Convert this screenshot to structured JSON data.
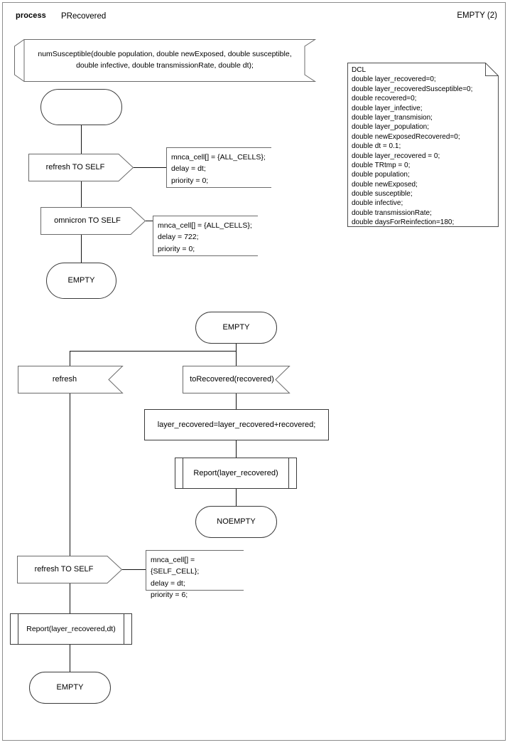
{
  "header": {
    "keyword": "process",
    "process_name": "PRecovered",
    "page_label": "EMPTY (2)"
  },
  "dcl": {
    "title": "DCL",
    "declarations": [
      "double layer_recovered=0;",
      "double layer_recoveredSusceptible=0;",
      "double recovered=0;",
      "double layer_infective;",
      "double layer_transmision;",
      "double layer_population;",
      "double newExposedRecovered=0;",
      "double dt = 0.1;",
      "double layer_recovered = 0;",
      "double TRtmp = 0;",
      "double population;",
      "double newExposed;",
      "double susceptible;",
      "double infective;",
      "double transmissionRate;",
      "double daysForReinfection=180;"
    ],
    "text": "DCL\ndouble layer_recovered=0;\ndouble layer_recoveredSusceptible=0;\ndouble recovered=0;\ndouble layer_infective;\ndouble layer_transmision;\ndouble layer_population;\ndouble newExposedRecovered=0;\ndouble dt = 0.1;\ndouble layer_recovered = 0;\ndouble TRtmp = 0;\ndouble population;\ndouble newExposed;\ndouble susceptible;\ndouble infective;\ndouble transmissionRate;\ndouble daysForReinfection=180;"
  },
  "procedure_header": {
    "text": "numSusceptible(double population, double newExposed, double susceptible,\ndouble infective, double transmissionRate, double dt);"
  },
  "nodes": {
    "start_state": {
      "label": ""
    },
    "out_refresh_self_1": {
      "label": "refresh TO SELF"
    },
    "out_omnicron_self": {
      "label": "omnicron TO SELF"
    },
    "state_empty_1": {
      "label": "EMPTY"
    },
    "state_empty_2": {
      "label": "EMPTY"
    },
    "in_refresh": {
      "label": "refresh"
    },
    "in_torecovered": {
      "label": "toRecovered(recovered)"
    },
    "task_layer_recovered": {
      "label": "layer_recovered=layer_recovered+recovered;"
    },
    "call_report_1": {
      "label": "Report(layer_recovered)"
    },
    "state_noempty": {
      "label": "NOEMPTY"
    },
    "out_refresh_self_2": {
      "label": "refresh TO SELF"
    },
    "call_report_2": {
      "label": "Report(layer_recovered,dt)"
    },
    "state_empty_3": {
      "label": "EMPTY"
    }
  },
  "comments": {
    "comment_refresh_1": "mnca_cell[] = {ALL_CELLS};\ndelay = dt;\npriority = 0;",
    "comment_omnicron": "mnca_cell[] = {ALL_CELLS};\ndelay = 722;\npriority = 0;",
    "comment_refresh_2": "mnca_cell[] = {SELF_CELL};\ndelay = dt;\npriority = 6;"
  },
  "colors": {
    "line": "#111111",
    "shape_stroke": "#6b6b6b",
    "frame": "#8c8c8c",
    "background": "#ffffff"
  }
}
